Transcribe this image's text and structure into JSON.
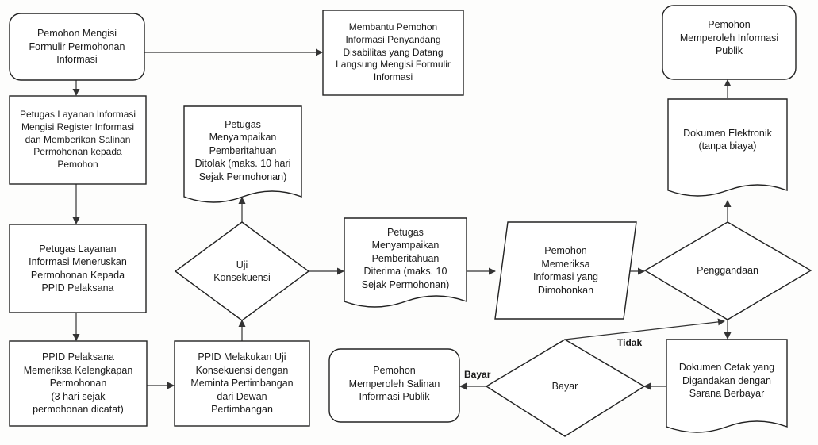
{
  "nodes": {
    "n1": "Pemohon Mengisi\nFormulir Permohonan\nInformasi",
    "n2": "Petugas Layanan Informasi\nMengisi Register Informasi\ndan Memberikan Salinan\nPermohonan kepada\nPemohon",
    "n3": "Petugas Layanan\nInformasi Meneruskan\nPermohonan Kepada\nPPID Pelaksana",
    "n4": "PPID Pelaksana\nMemeriksa Kelengkapan\nPermohonan\n(3 hari sejak\npermohonan dicatat)",
    "n5": "PPID Melakukan Uji\nKonsekuensi dengan\nMeminta Pertimbangan\ndari Dewan\nPertimbangan",
    "n6": "Uji\nKonsekuensi",
    "n7": "Petugas\nMenyampaikan\nPemberitahuan\nDitolak (maks. 10 hari\nSejak Permohonan)",
    "n8": "Membantu Pemohon\nInformasi Penyandang\nDisabilitas yang Datang\nLangsung Mengisi Formulir\nInformasi",
    "n9": "Petugas\nMenyampaikan\nPemberitahuan\nDiterima (maks. 10\nSejak Permohonan)",
    "n10": "Pemohon\nMemeriksa\nInformasi yang\nDimohonkan",
    "n11": "Penggandaan",
    "n12": "Dokumen Elektronik\n(tanpa biaya)",
    "n13": "Pemohon\nMemperoleh Informasi\nPublik",
    "n14": "Dokumen Cetak yang\nDigandakan dengan\nSarana Berbayar",
    "n15": "Bayar",
    "n16": "Pemohon\nMemperoleh Salinan\nInformasi Publik"
  },
  "edge_labels": {
    "tidak": "Tidak",
    "bayar": "Bayar"
  }
}
